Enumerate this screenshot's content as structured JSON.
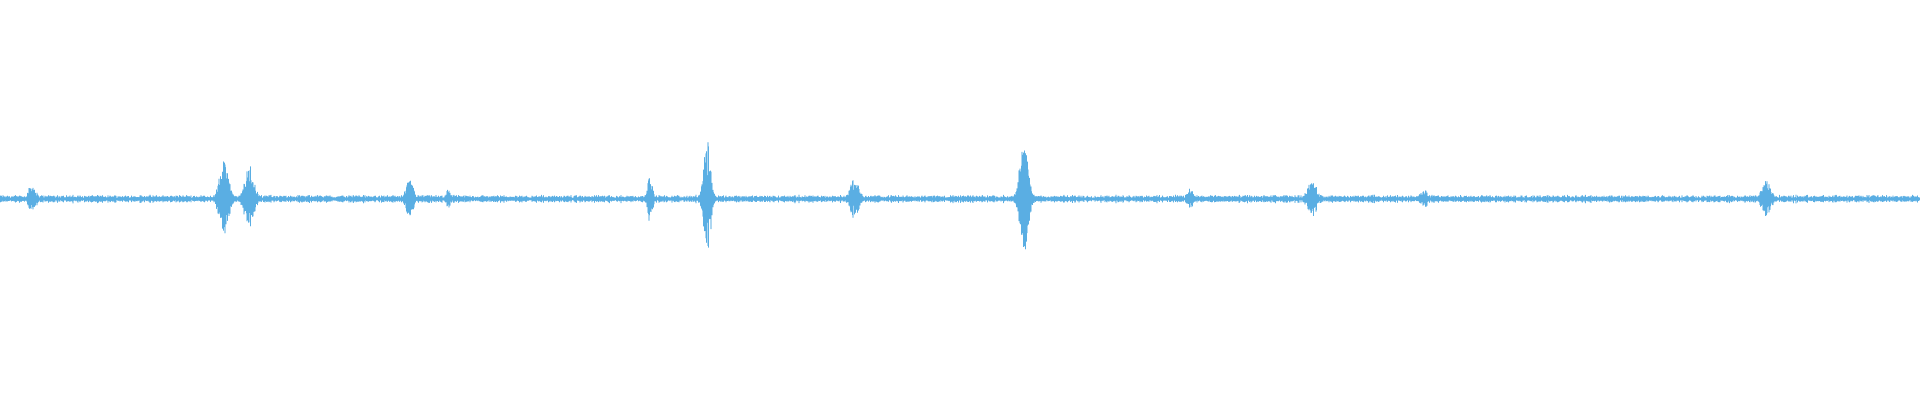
{
  "waveform": {
    "color": "#5aaee3",
    "background": "#ffffff",
    "duration_seconds": 60,
    "amplitude_range": [
      -1,
      1
    ],
    "baseline_amplitude": 0.012,
    "noise_amplitude": 0.03,
    "peaks": [
      {
        "time": 1.0,
        "amplitude": 0.08,
        "width": 0.25
      },
      {
        "time": 7.0,
        "amplitude": 0.2,
        "width": 0.3
      },
      {
        "time": 7.8,
        "amplitude": 0.18,
        "width": 0.3
      },
      {
        "time": 12.8,
        "amplitude": 0.1,
        "width": 0.25
      },
      {
        "time": 14.0,
        "amplitude": 0.05,
        "width": 0.15
      },
      {
        "time": 20.3,
        "amplitude": 0.11,
        "width": 0.2
      },
      {
        "time": 22.1,
        "amplitude": 0.31,
        "width": 0.22
      },
      {
        "time": 26.7,
        "amplitude": 0.11,
        "width": 0.3
      },
      {
        "time": 32.0,
        "amplitude": 0.28,
        "width": 0.3
      },
      {
        "time": 37.2,
        "amplitude": 0.06,
        "width": 0.2
      },
      {
        "time": 41.0,
        "amplitude": 0.09,
        "width": 0.35
      },
      {
        "time": 44.5,
        "amplitude": 0.05,
        "width": 0.25
      },
      {
        "time": 55.2,
        "amplitude": 0.1,
        "width": 0.3
      }
    ]
  }
}
